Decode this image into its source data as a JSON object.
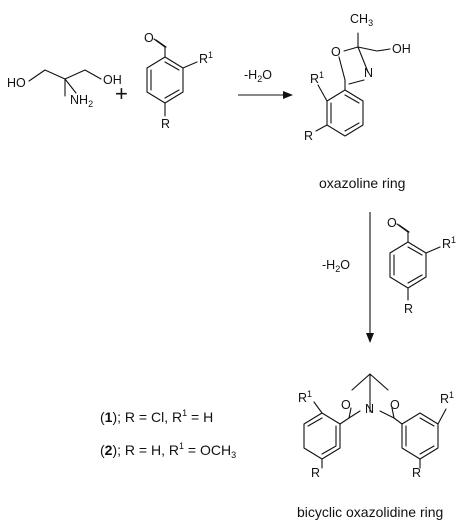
{
  "reaction": {
    "plus": "+",
    "step1_condition": {
      "prefix": "-H",
      "sub": "2",
      "suffix": "O"
    },
    "step2_condition": {
      "prefix": "-H",
      "sub": "2",
      "suffix": "O"
    }
  },
  "aminodiol": {
    "left_oh": "HO",
    "right_oh": "OH",
    "amine": {
      "main": "NH",
      "sub": "2"
    }
  },
  "aldehyde": {
    "r1": {
      "main": "R",
      "sup": "1"
    },
    "r": "R",
    "carbonyl_o": "O"
  },
  "oxazoline": {
    "caption": "oxazoline ring",
    "ring_o": "O",
    "ring_n": "N",
    "methyl": {
      "main": "CH",
      "sub": "3"
    },
    "hydroxyl": "OH",
    "r1": {
      "main": "R",
      "sup": "1"
    },
    "r": "R"
  },
  "bicyclic": {
    "caption": "bicyclic oxazolidine ring",
    "o_left": "O",
    "n_center": "N",
    "o_right": "O",
    "r1_left": {
      "main": "R",
      "sup": "1"
    },
    "r1_right": {
      "main": "R",
      "sup": "1"
    },
    "r_left": "R",
    "r_right": "R"
  },
  "compounds": [
    {
      "id": "1",
      "text": "; R = Cl, R",
      "sup": "1",
      "tail": " = H"
    },
    {
      "id": "2",
      "text": "; R = H, R",
      "sup": "1",
      "tail": " = OCH",
      "tail_sub": "3"
    }
  ]
}
